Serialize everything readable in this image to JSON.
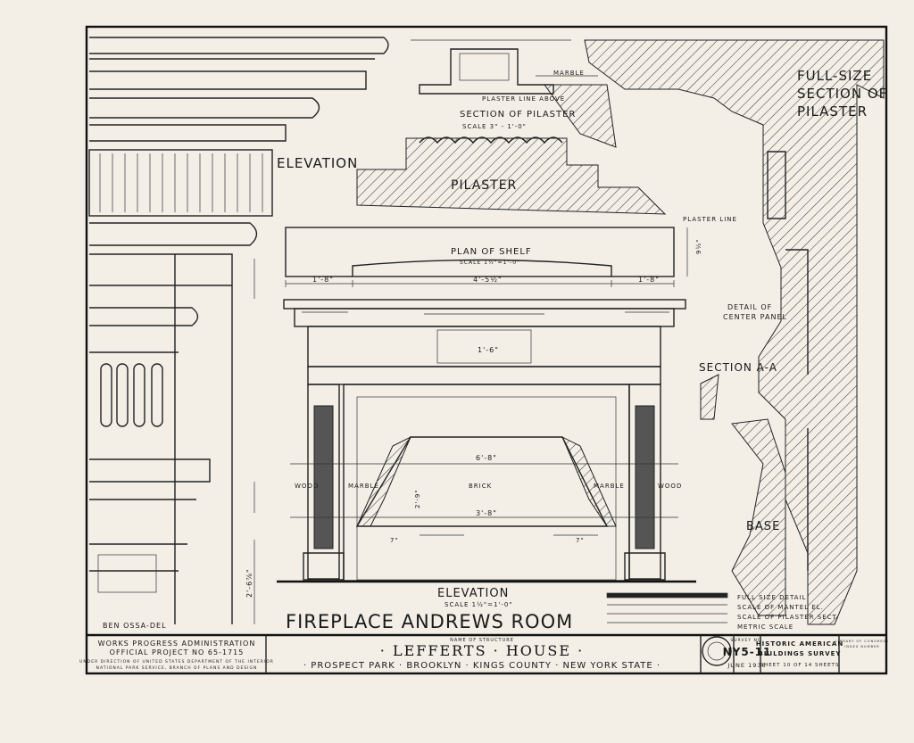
{
  "drawing": {
    "left_elevation_label": "ELEVATION",
    "pilaster_section_title": "SECTION OF PILASTER",
    "pilaster_section_scale": "SCALE 3\" - 1'-0\"",
    "plaster_line_above": "PLASTER LINE ABOVE",
    "marble_top": "MARBLE",
    "pilaster_label": "PILASTER",
    "full_size_section": [
      "FULL-SIZE",
      "SECTION OF",
      "PILASTER"
    ],
    "plaster_line": "PLASTER LINE",
    "plan_of_shelf": "PLAN OF SHELF",
    "plan_scale": "SCALE 1½\"=1'-0\"",
    "detail_center_panel": [
      "DETAIL OF",
      "CENTER PANEL"
    ],
    "section_aa": "SECTION A-A",
    "base": "BASE",
    "elevation_title": "ELEVATION",
    "elevation_scale": "SCALE 1½\"=1'-0\"",
    "main_title": "FIREPLACE  ANDREWS  ROOM",
    "delineator": "BEN OSSA-DEL",
    "materials": {
      "wood": "WOOD",
      "marble": "MARBLE",
      "brick": "BRICK"
    },
    "dimensions": {
      "shelf_left": "1'-8\"",
      "shelf_center": "4'-5½\"",
      "shelf_right": "1'-8\"",
      "panel": "1'-6\"",
      "opening_top": "6'-8\"",
      "opening_bottom": "3'-8\"",
      "height_left": "2'-9\"",
      "base_left": "2'-6⅞\"",
      "side_7a": "7\"",
      "side_7b": "7\"",
      "depth": "9½\""
    },
    "scale_legend": [
      "FULL SIZE DETAIL",
      "SCALE OF MANTEL EL.",
      "SCALE OF PILASTER SECT.",
      "METRIC  SCALE"
    ]
  },
  "title_block": {
    "agency": [
      "WORKS PROGRESS ADMINISTRATION",
      "OFFICIAL PROJECT NO 65-1715",
      "UNDER DIRECTION OF UNITED STATES DEPARTMENT OF THE INTERIOR",
      "NATIONAL PARK SERVICE, BRANCH OF PLANS AND DESIGN"
    ],
    "name_caption": "NAME OF STRUCTURE",
    "structure_name": "· LEFFERTS · HOUSE ·",
    "location": "· PROSPECT PARK · BROOKLYN · KINGS COUNTY · NEW YORK STATE ·",
    "survey_caption": "SURVEY NO.",
    "survey_no": "NY5-11",
    "date": "JUNE 1936",
    "program": [
      "HISTORIC AMERICAN",
      "BUILDINGS SURVEY"
    ],
    "sheet": "SHEET 10 OF 14 SHEETS",
    "library": [
      "LIBRARY OF CONGRESS",
      "INDEX NUMBER"
    ]
  }
}
